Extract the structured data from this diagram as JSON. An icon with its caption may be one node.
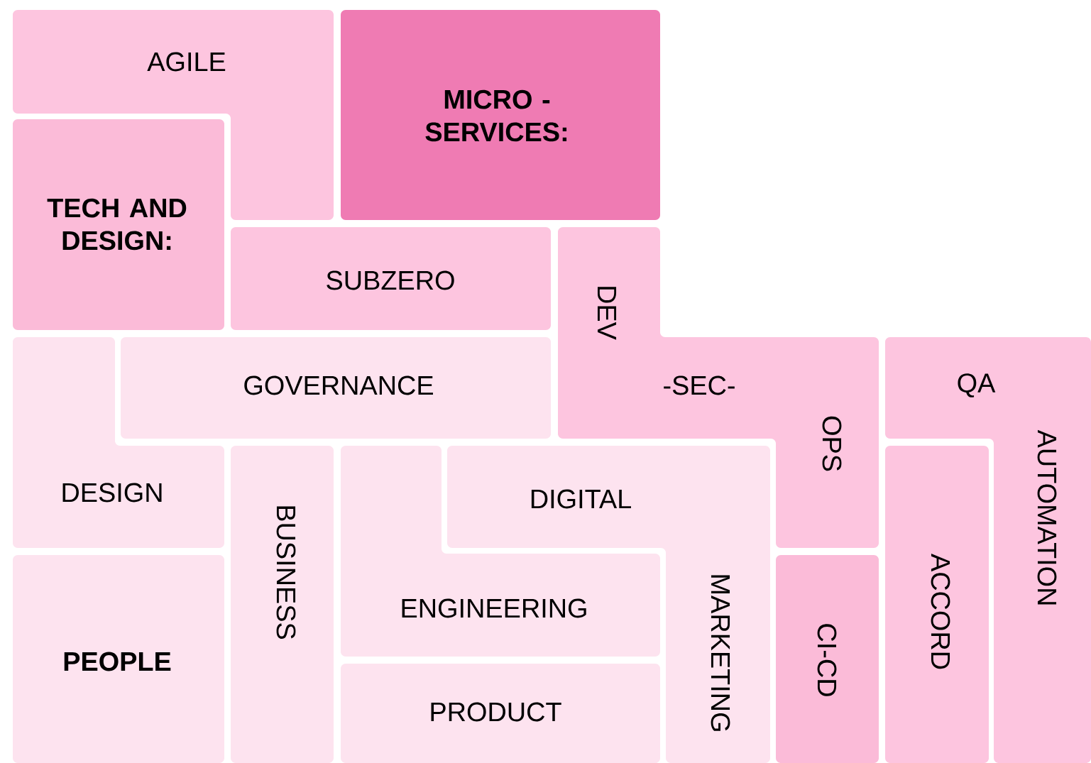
{
  "diagram": {
    "nodes": [
      {
        "text": [
          "AGILE"
        ]
      },
      {
        "text": [
          "MICRO -SERVICES:"
        ]
      },
      {
        "text": [
          "TECH AND DESIGN:"
        ]
      },
      {
        "text": [
          "SUBZERO"
        ]
      },
      {
        "text": [
          "DEV",
          "-SEC-",
          "OPS"
        ]
      },
      {
        "text": [
          "QA",
          "AUTOMATION"
        ]
      },
      {
        "text": [
          "DESIGN"
        ]
      },
      {
        "text": [
          "GOVERNANCE"
        ]
      },
      {
        "text": [
          "PEOPLE"
        ]
      },
      {
        "text": [
          "BUSINESS"
        ]
      },
      {
        "text": [
          "ENGINEERING"
        ]
      },
      {
        "text": [
          "DIGITAL",
          "MARKETING"
        ]
      },
      {
        "text": [
          "PRODUCT"
        ]
      },
      {
        "text": [
          "CI-CD"
        ]
      },
      {
        "text": [
          "ACCORD"
        ]
      }
    ]
  }
}
